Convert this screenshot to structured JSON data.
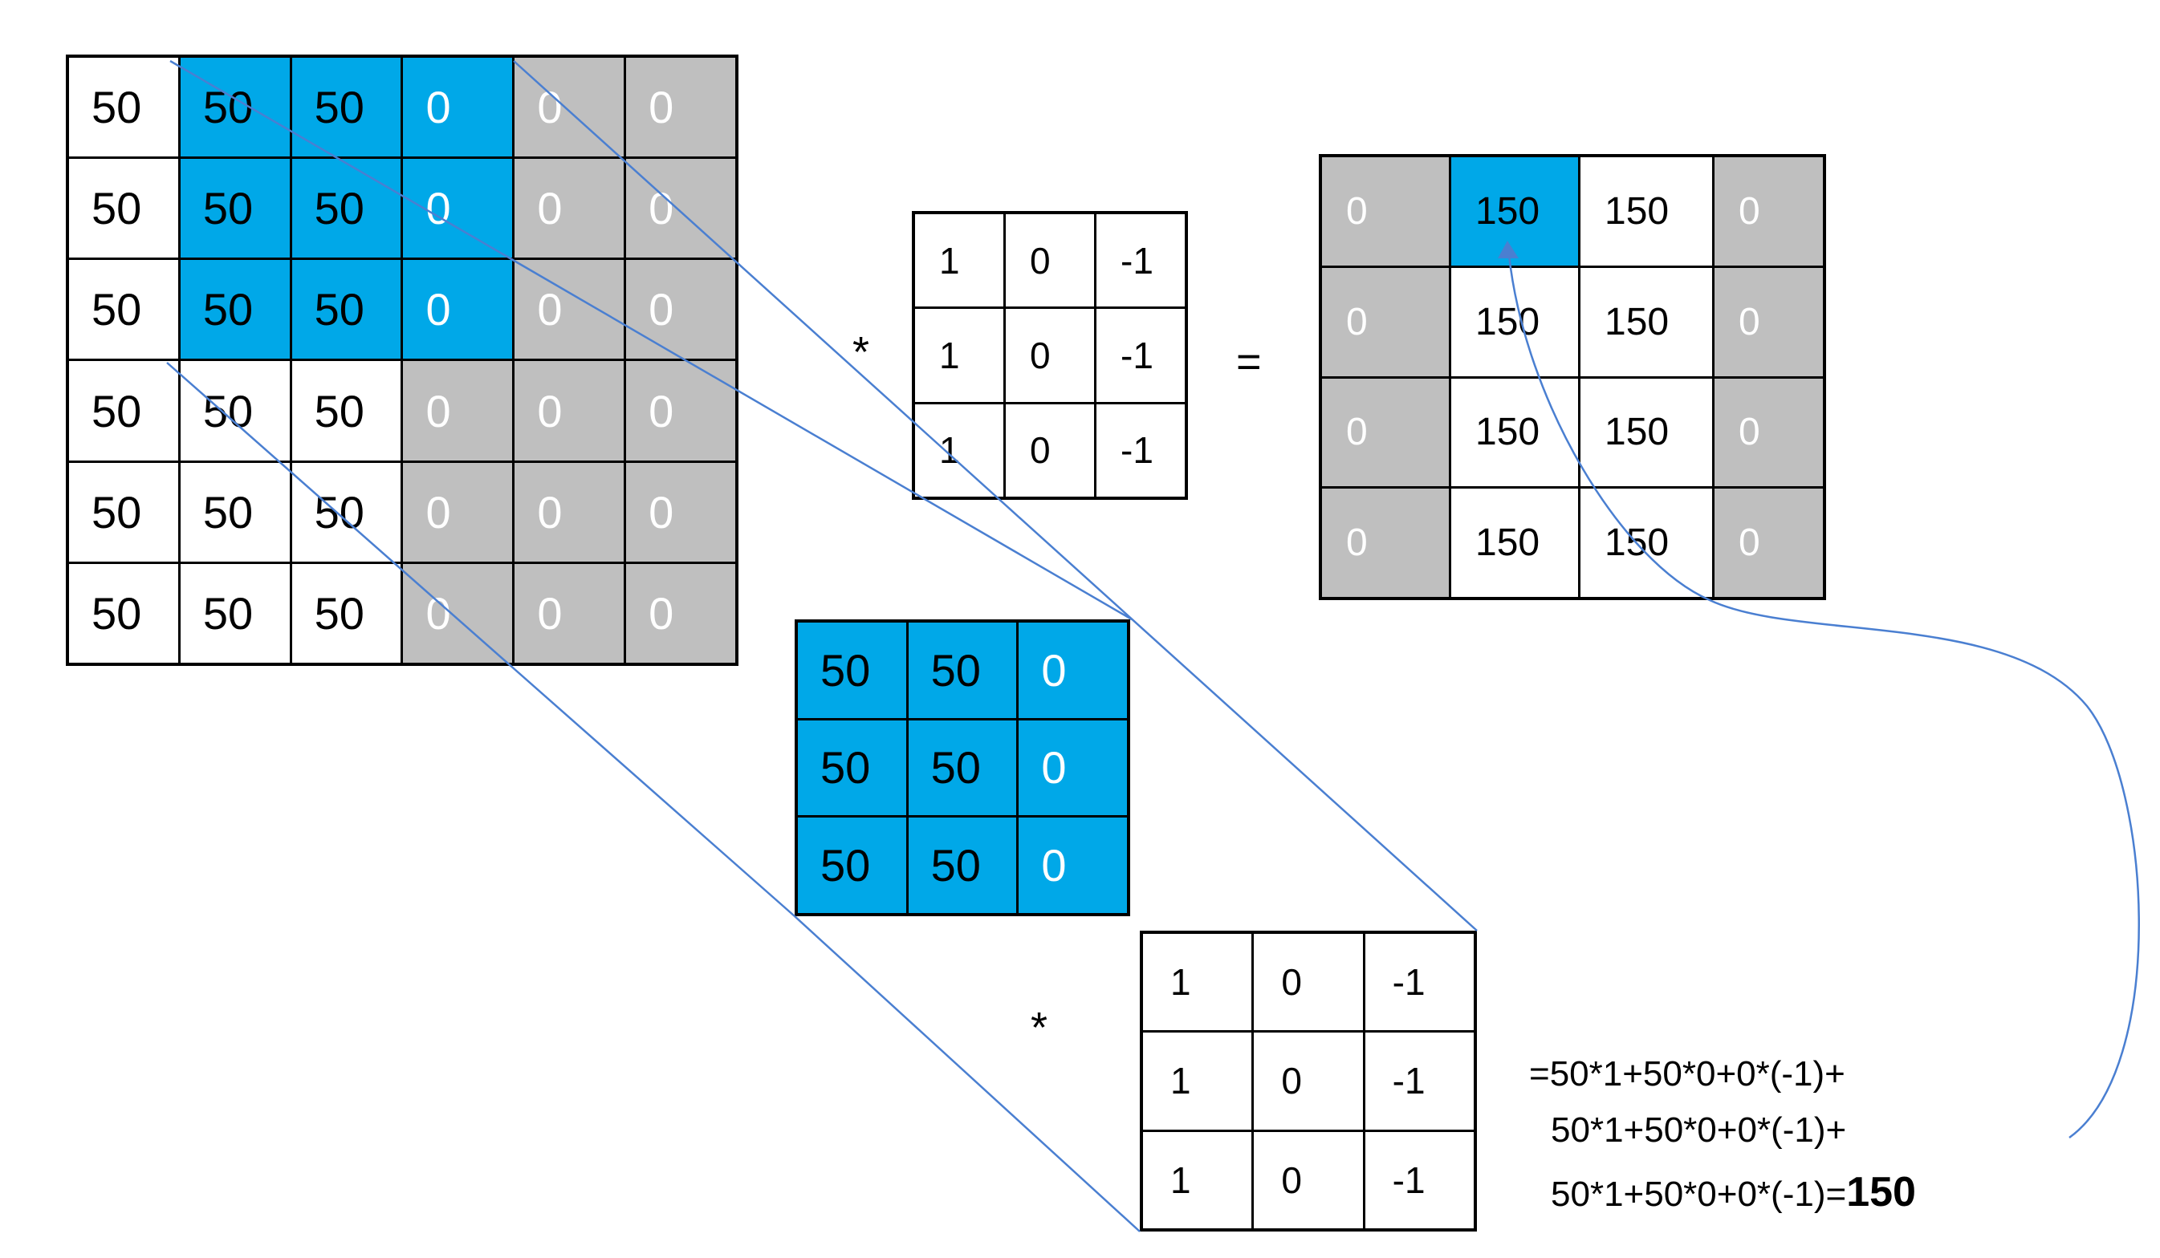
{
  "input": {
    "rows": [
      [
        {
          "v": "50",
          "c": "white"
        },
        {
          "v": "50",
          "c": "blue"
        },
        {
          "v": "50",
          "c": "blue"
        },
        {
          "v": "0",
          "c": "blue light-text"
        },
        {
          "v": "0",
          "c": "gray"
        },
        {
          "v": "0",
          "c": "gray"
        }
      ],
      [
        {
          "v": "50",
          "c": "white"
        },
        {
          "v": "50",
          "c": "blue"
        },
        {
          "v": "50",
          "c": "blue"
        },
        {
          "v": "0",
          "c": "blue light-text"
        },
        {
          "v": "0",
          "c": "gray"
        },
        {
          "v": "0",
          "c": "gray"
        }
      ],
      [
        {
          "v": "50",
          "c": "white"
        },
        {
          "v": "50",
          "c": "blue"
        },
        {
          "v": "50",
          "c": "blue"
        },
        {
          "v": "0",
          "c": "blue light-text"
        },
        {
          "v": "0",
          "c": "gray"
        },
        {
          "v": "0",
          "c": "gray"
        }
      ],
      [
        {
          "v": "50",
          "c": "white"
        },
        {
          "v": "50",
          "c": "white"
        },
        {
          "v": "50",
          "c": "white"
        },
        {
          "v": "0",
          "c": "gray"
        },
        {
          "v": "0",
          "c": "gray"
        },
        {
          "v": "0",
          "c": "gray"
        }
      ],
      [
        {
          "v": "50",
          "c": "white"
        },
        {
          "v": "50",
          "c": "white"
        },
        {
          "v": "50",
          "c": "white"
        },
        {
          "v": "0",
          "c": "gray"
        },
        {
          "v": "0",
          "c": "gray"
        },
        {
          "v": "0",
          "c": "gray"
        }
      ],
      [
        {
          "v": "50",
          "c": "white"
        },
        {
          "v": "50",
          "c": "white"
        },
        {
          "v": "50",
          "c": "white"
        },
        {
          "v": "0",
          "c": "gray"
        },
        {
          "v": "0",
          "c": "gray"
        },
        {
          "v": "0",
          "c": "gray"
        }
      ]
    ]
  },
  "kernel": {
    "rows": [
      [
        "1",
        "0",
        "-1"
      ],
      [
        "1",
        "0",
        "-1"
      ],
      [
        "1",
        "0",
        "-1"
      ]
    ]
  },
  "output": {
    "rows": [
      [
        {
          "v": "0",
          "c": "gray"
        },
        {
          "v": "150",
          "c": "blue"
        },
        {
          "v": "150",
          "c": "white"
        },
        {
          "v": "0",
          "c": "gray"
        }
      ],
      [
        {
          "v": "0",
          "c": "gray"
        },
        {
          "v": "150",
          "c": "white"
        },
        {
          "v": "150",
          "c": "white"
        },
        {
          "v": "0",
          "c": "gray"
        }
      ],
      [
        {
          "v": "0",
          "c": "gray"
        },
        {
          "v": "150",
          "c": "white"
        },
        {
          "v": "150",
          "c": "white"
        },
        {
          "v": "0",
          "c": "gray"
        }
      ],
      [
        {
          "v": "0",
          "c": "gray"
        },
        {
          "v": "150",
          "c": "white"
        },
        {
          "v": "150",
          "c": "white"
        },
        {
          "v": "0",
          "c": "gray"
        }
      ]
    ]
  },
  "patch": {
    "rows": [
      [
        {
          "v": "50",
          "c": "blue"
        },
        {
          "v": "50",
          "c": "blue"
        },
        {
          "v": "0",
          "c": "blue light-text"
        }
      ],
      [
        {
          "v": "50",
          "c": "blue"
        },
        {
          "v": "50",
          "c": "blue"
        },
        {
          "v": "0",
          "c": "blue light-text"
        }
      ],
      [
        {
          "v": "50",
          "c": "blue"
        },
        {
          "v": "50",
          "c": "blue"
        },
        {
          "v": "0",
          "c": "blue light-text"
        }
      ]
    ]
  },
  "operators": {
    "convolve": "*",
    "equals": "="
  },
  "formula": {
    "line1": "=50*1+50*0+0*(-1)+",
    "line2": "50*1+50*0+0*(-1)+",
    "line3": "50*1+50*0+0*(-1)=",
    "result": "150"
  },
  "colors": {
    "highlight": "#00a8e8",
    "padding_gray": "#bfbfbf",
    "connector": "#4a7fd1"
  }
}
